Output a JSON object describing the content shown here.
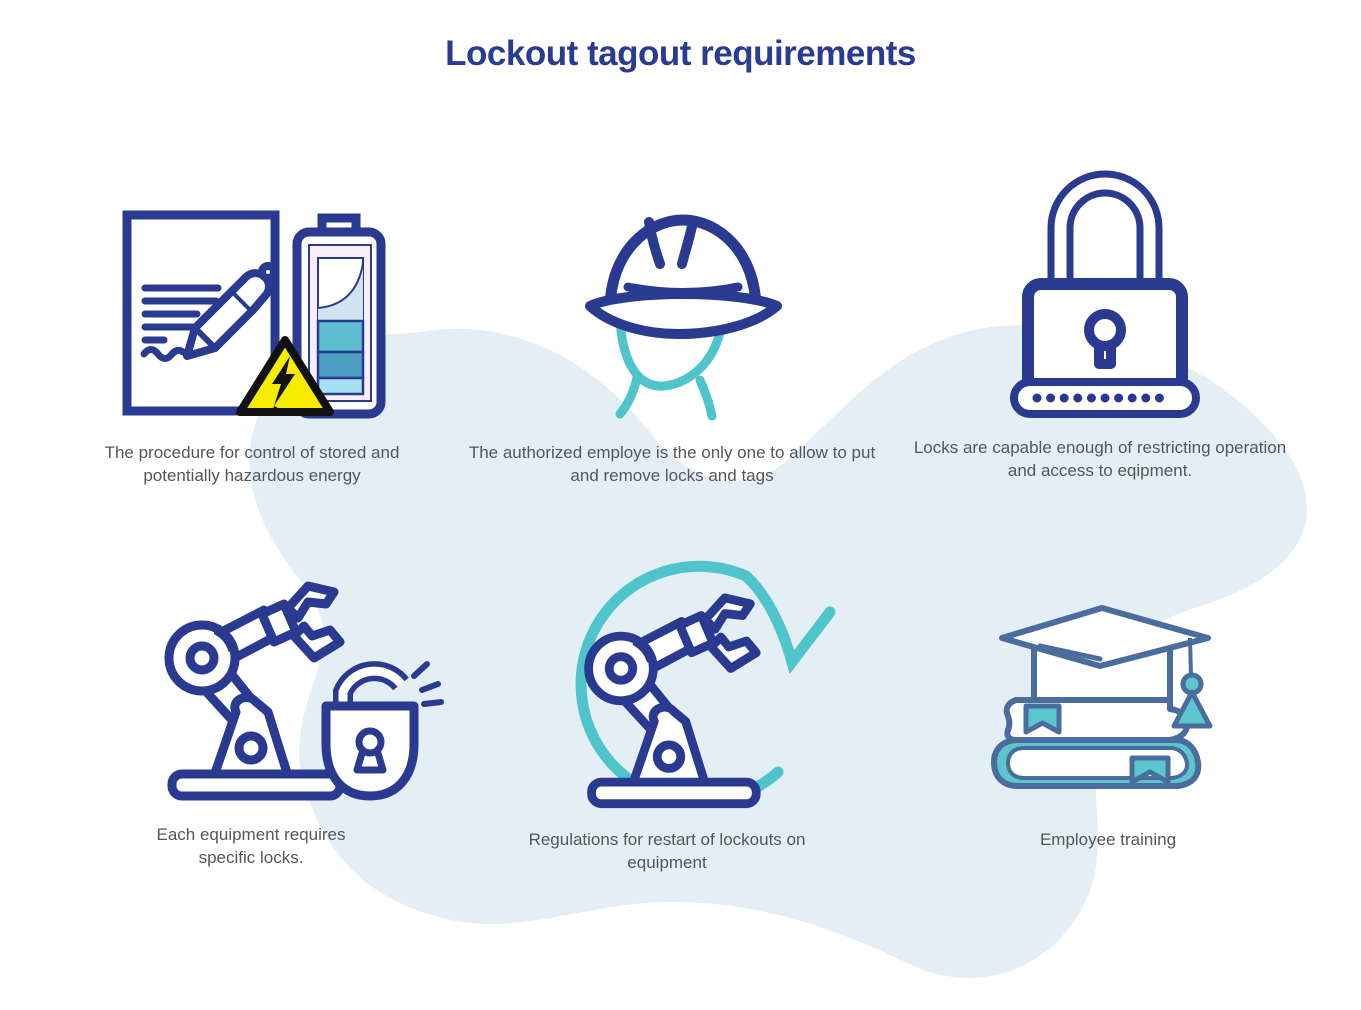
{
  "title": "Lockout tagout requirements",
  "colors": {
    "navy": "#2b3a91",
    "teal": "#4fc4cb",
    "steel_blue": "#4a6d9e",
    "blob_background": "#e3eff4",
    "hazard_yellow": "#f7eb00",
    "caption_gray": "#54565a",
    "battery_pink": "#f8edfb",
    "battery_band_teal": "#5fbfd0",
    "battery_band_blue": "#4f9fc2",
    "battery_band_light": "#a8e0f4"
  },
  "items": [
    {
      "id": "stored-energy",
      "icon": "document-battery-hazard-icon",
      "caption": "The procedure for control of stored and potentially hazardous energy"
    },
    {
      "id": "authorized-employee",
      "icon": "hard-hat-icon",
      "caption": "The authorized employe is the only one to allow to put and remove locks and tags"
    },
    {
      "id": "lock-capability",
      "icon": "padlock-password-icon",
      "password_dots": 10,
      "caption": "Locks are capable enough of restricting operation and access to eqipment."
    },
    {
      "id": "specific-locks",
      "icon": "robot-arm-open-lock-icon",
      "caption": "Each equipment requires specific locks."
    },
    {
      "id": "restart-regulations",
      "icon": "robot-arm-restart-icon",
      "caption": "Regulations for restart of lockouts on equipment"
    },
    {
      "id": "employee-training",
      "icon": "books-graduation-cap-icon",
      "caption": "Employee training"
    }
  ]
}
